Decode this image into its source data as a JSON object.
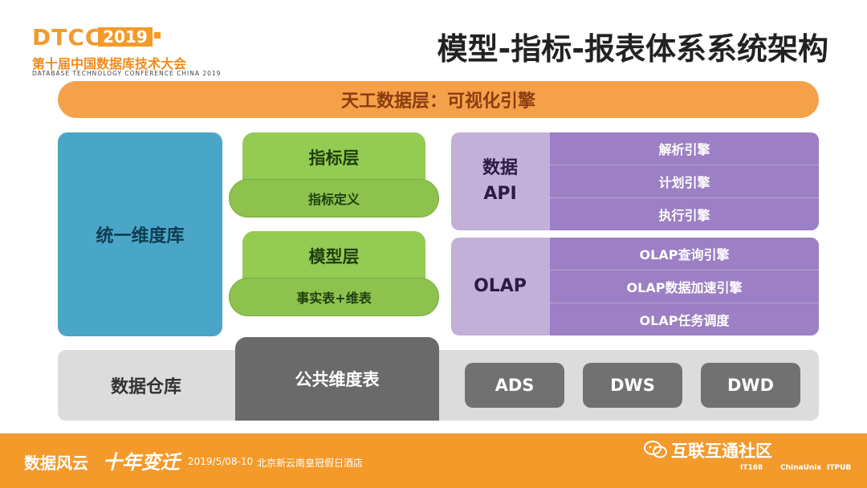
{
  "header": {
    "logo_dtcc": "DTCC",
    "logo_year": "2019",
    "logo_cn": "第十届中国数据库技术大会",
    "logo_en": "DATABASE TECHNOLOGY CONFERENCE CHINA 2019",
    "title": "模型-指标-报表体系系统架构"
  },
  "diagram": {
    "top_layer": "天工数据层：可视化引擎",
    "left_box": "统一维度库",
    "metrics_layer": {
      "title": "指标层",
      "sub": "指标定义"
    },
    "model_layer": {
      "title": "模型层",
      "sub": "事实表+维表"
    },
    "api_panel": {
      "label_line1": "数据",
      "label_line2": "API",
      "items": [
        "解析引擎",
        "计划引擎",
        "执行引擎"
      ]
    },
    "olap_panel": {
      "label": "OLAP",
      "items": [
        "OLAP查询引擎",
        "OLAP数据加速引擎",
        "OLAP任务调度"
      ]
    },
    "warehouse": {
      "label": "数据仓库",
      "public_dim": "公共维度表",
      "chips": [
        "ADS",
        "DWS",
        "DWD"
      ]
    }
  },
  "footer": {
    "slogan_part1": "数据风云",
    "slogan_part2": "十年变迁",
    "date": "2019/5/08-10",
    "venue": "北京新云南皇冠假日酒店",
    "watermark": "互联互通社区",
    "sponsors": [
      "IT168",
      "ChinaUnix",
      "ITPUB"
    ]
  },
  "colors": {
    "orange": "#f39a2b",
    "blue": "#4aa6c6",
    "green": "#93cb53",
    "purple": "#9c7fc4",
    "gray": "#6a6a6a"
  }
}
